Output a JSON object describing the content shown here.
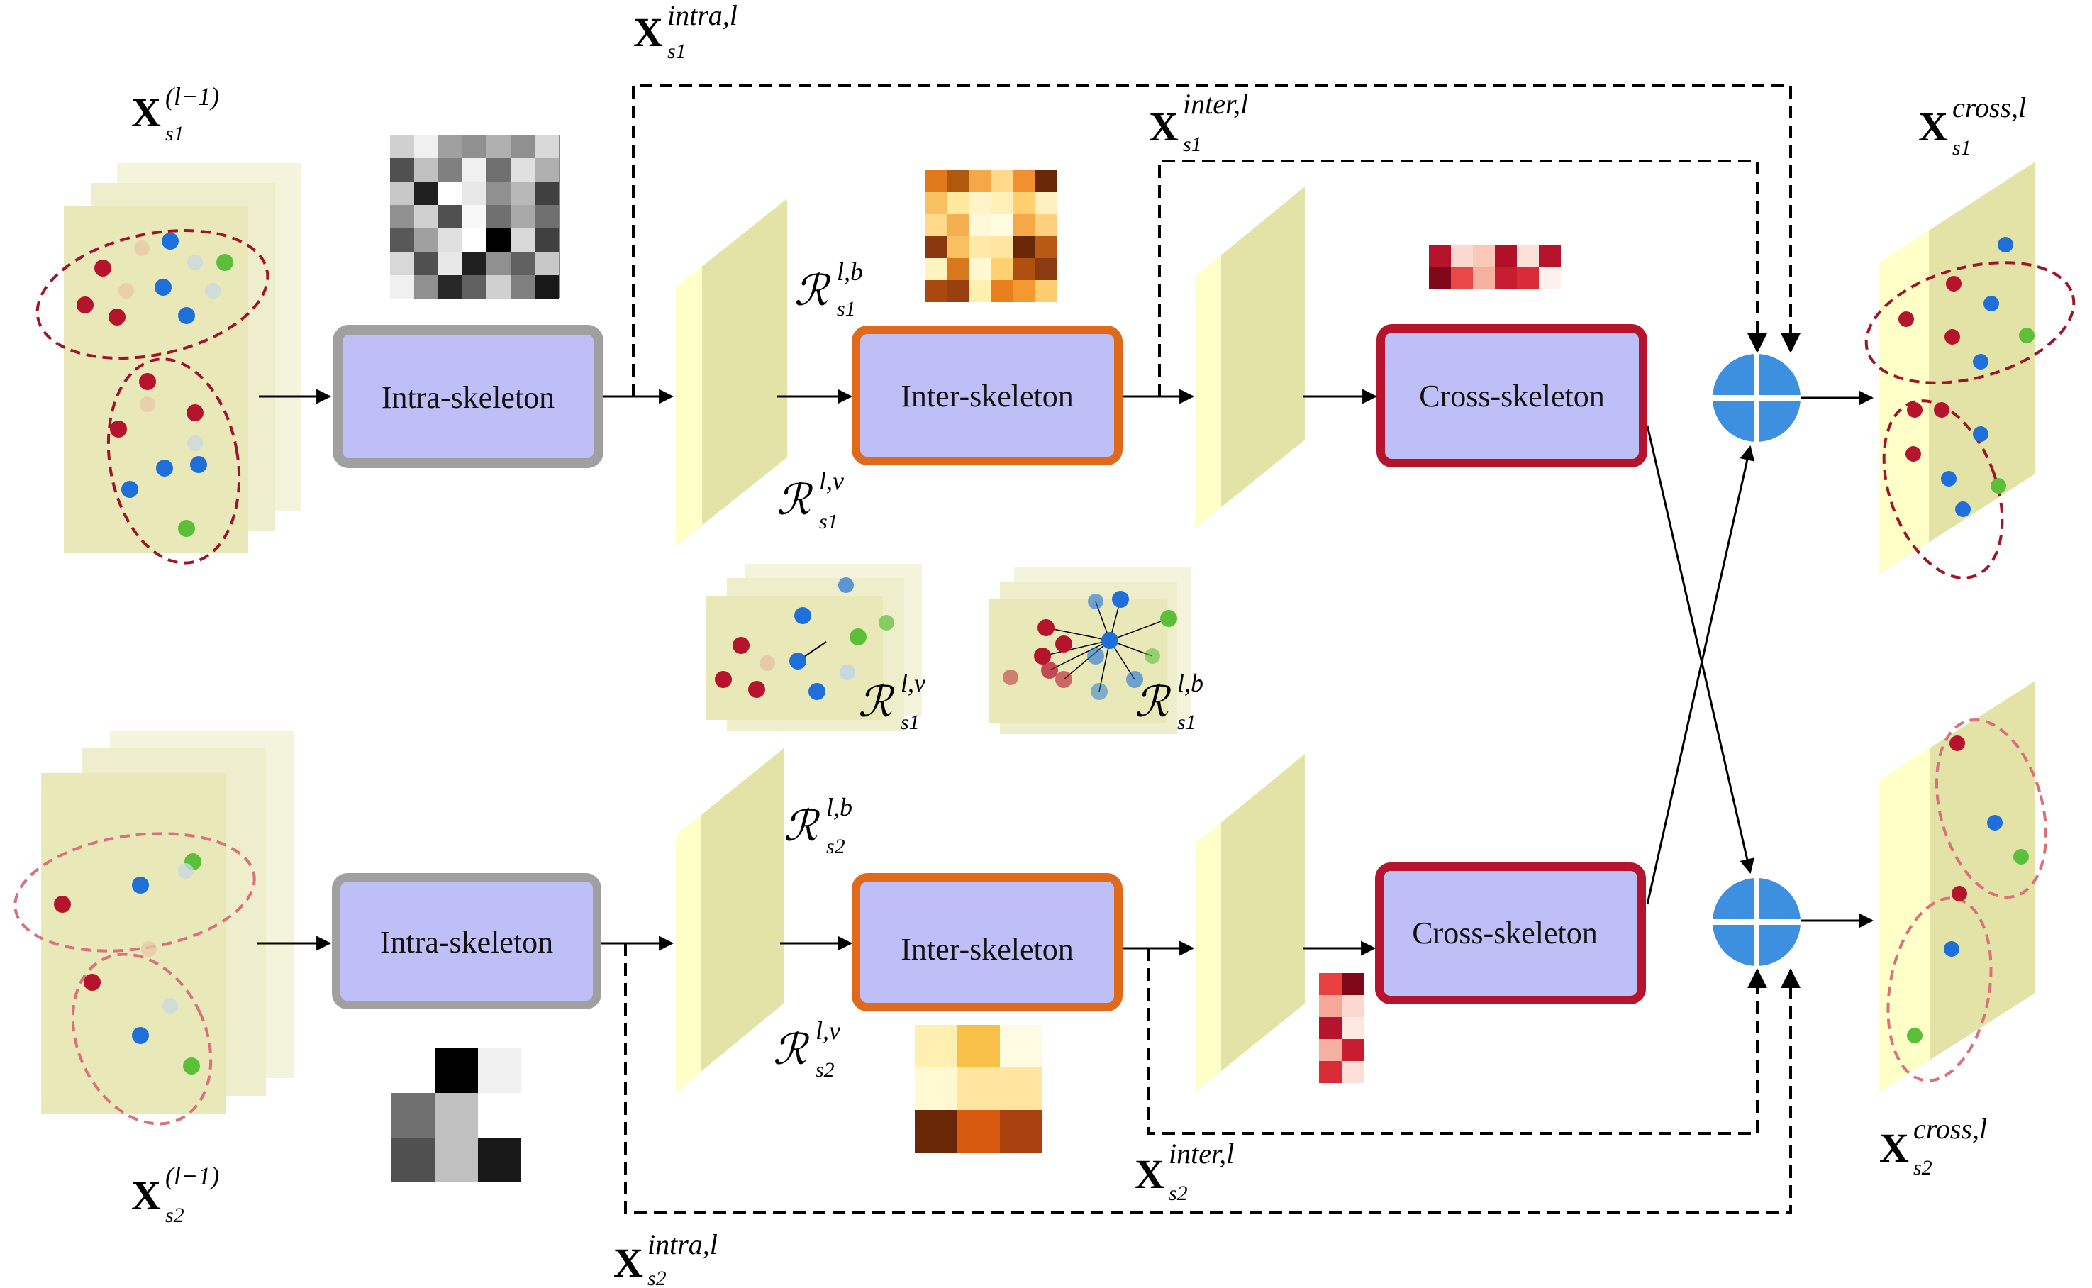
{
  "diagram": {
    "blocks": {
      "intra_top": "Intra-skeleton",
      "inter_top": "Inter-skeleton",
      "cross_top": "Cross-skeleton",
      "intra_bottom": "Intra-skeleton",
      "inter_bottom": "Inter-skeleton",
      "cross_bottom": "Cross-skeleton"
    },
    "labels": {
      "x_base": "X",
      "r_base": "ℛ",
      "sub_s1": "s1",
      "sub_s2": "s2",
      "prev": "(l−1)",
      "intra": "intra,l",
      "inter": "inter,l",
      "cross": "cross,l",
      "lb": "l,b",
      "lv": "l,v"
    },
    "colors": {
      "block_fill": "#bfbff7",
      "intra_border": "#a0a0a0",
      "inter_border": "#e06a1c",
      "cross_border": "#b5142c",
      "plane_fill": "#e6e6b0",
      "plane_front": "#ffffc8",
      "node_red": "#b5142c",
      "node_blue": "#1e6fd9",
      "node_green": "#5bbf3a",
      "sum_circle": "#3d8fe0"
    }
  }
}
